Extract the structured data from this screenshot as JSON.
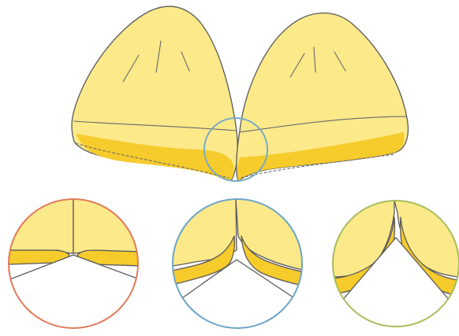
{
  "colors": {
    "background": "#ffffff",
    "petal_fill": "#fbe98a",
    "petal_rim": "#f6cb2c",
    "outline": "#5a5a5a",
    "detail_stroke": "#6a6a6a",
    "magnifier_main": "#78acc4",
    "detail_left_ring": "#e07a5a",
    "detail_middle_ring": "#6aa4c8",
    "detail_right_ring": "#a7bd5c"
  },
  "diagram": {
    "main_view": {
      "subject": "two-fabric-panels-meeting-at-a-seam",
      "magnified_region": "center-seam"
    },
    "details": [
      {
        "id": "detail-left",
        "ring_color_key": "detail_left_ring",
        "variant": "flat-seam"
      },
      {
        "id": "detail-middle",
        "ring_color_key": "detail_middle_ring",
        "variant": "moderate-curve"
      },
      {
        "id": "detail-right",
        "ring_color_key": "detail_right_ring",
        "variant": "strong-curve"
      }
    ]
  }
}
